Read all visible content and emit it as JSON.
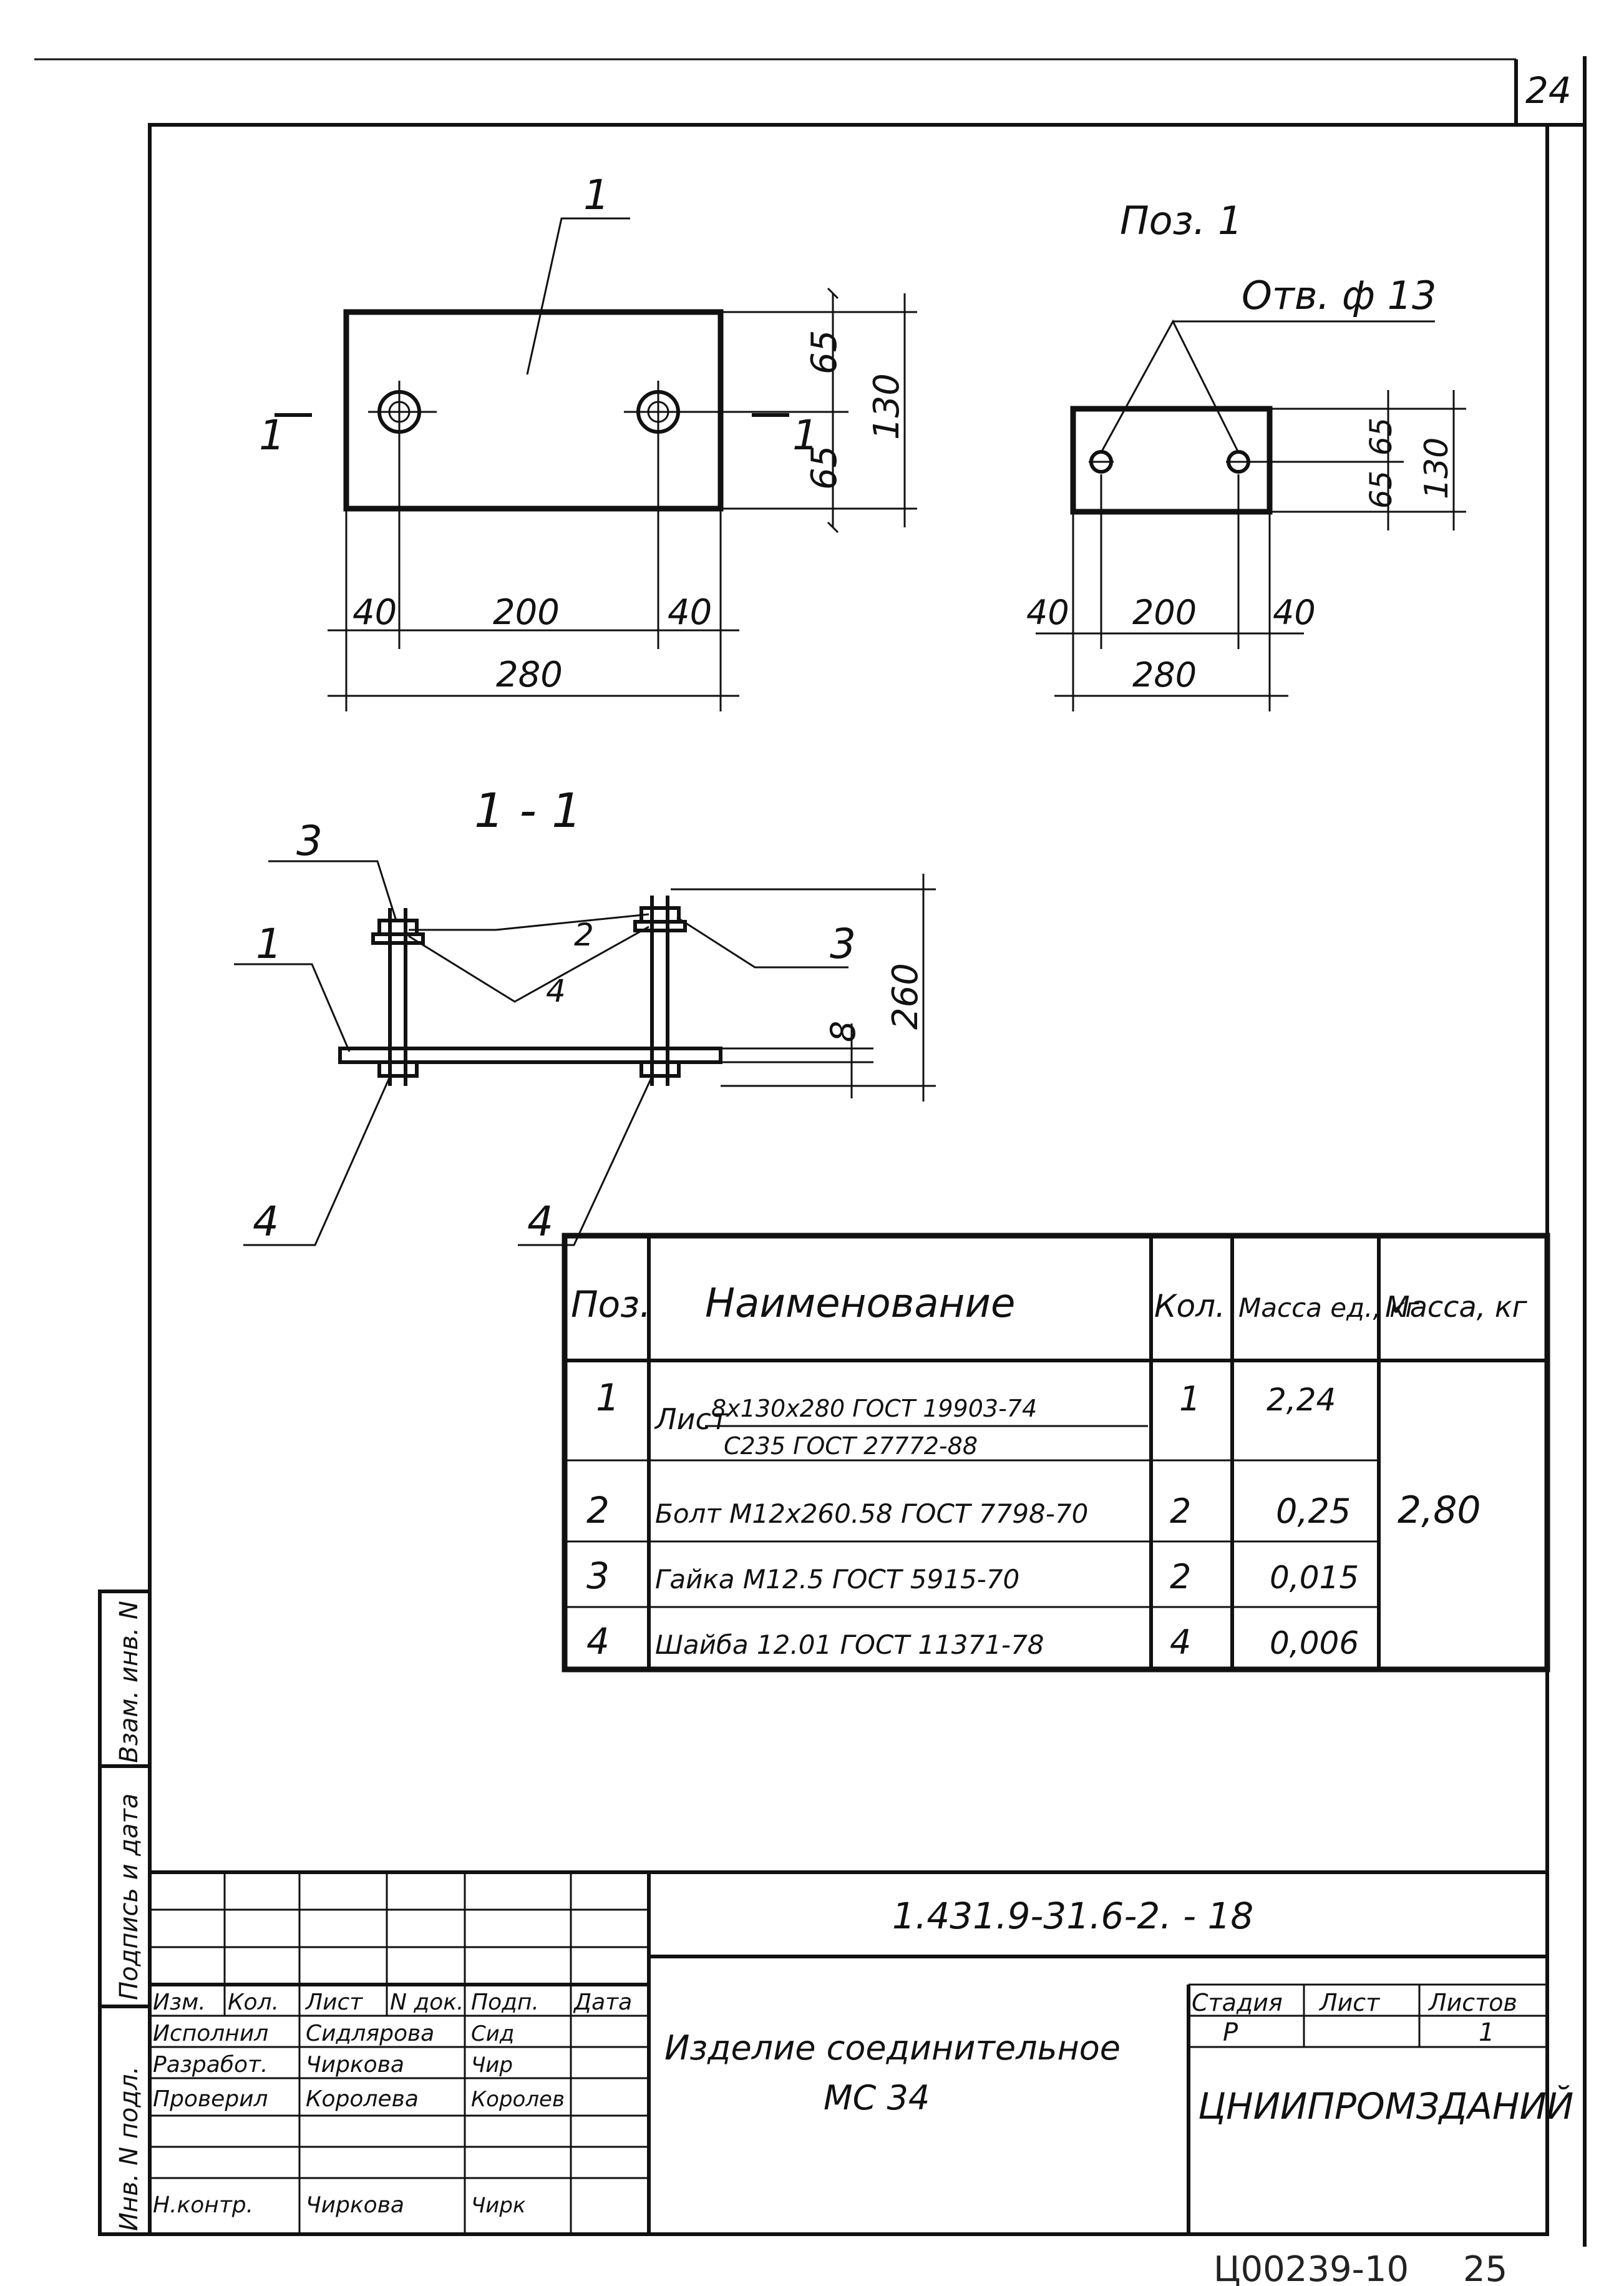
{
  "sheet_number": "24",
  "scan_number": "Ц00239-10",
  "scan_page": "25",
  "plan_view": {
    "marker": "1",
    "section_left": "1",
    "section_right": "1",
    "dims": {
      "d65_top": "65",
      "d65_bottom": "65",
      "d130": "130",
      "d40_left": "40",
      "d200": "200",
      "d40_right": "40",
      "d280": "280"
    }
  },
  "detail_view": {
    "title": "Поз. 1",
    "hole_note": "Отв. ф 13",
    "dims": {
      "d65_top": "65",
      "d65_bottom": "65",
      "d130": "130",
      "d40_left": "40",
      "d200": "200",
      "d40_right": "40",
      "d280": "280"
    }
  },
  "section": {
    "title": "1 - 1",
    "callouts": {
      "c3_left": "3",
      "c1": "1",
      "c2": "2",
      "c4_top": "4",
      "c3_right": "3",
      "c4_left": "4",
      "c4_right": "4"
    },
    "dims": {
      "d8": "8",
      "d260": "260"
    }
  },
  "spec_table": {
    "headers": [
      "Поз.",
      "Наименование",
      "Кол.",
      "Масса ед., кг",
      "Масса, кг"
    ],
    "rows": [
      {
        "pos": "1",
        "name_a": "Лист",
        "name_b": "8x130x280 ГОСТ 19903-74",
        "name_c": "С235 ГОСТ 27772-88",
        "qty": "1",
        "mass_unit": "2,24"
      },
      {
        "pos": "2",
        "name": "Болт М12х260.58 ГОСТ 7798-70",
        "qty": "2",
        "mass_unit": "0,25"
      },
      {
        "pos": "3",
        "name": "Гайка М12.5 ГОСТ 5915-70",
        "qty": "2",
        "mass_unit": "0,015"
      },
      {
        "pos": "4",
        "name": "Шайба 12.01 ГОСТ 11371-78",
        "qty": "4",
        "mass_unit": "0,006"
      }
    ],
    "total_mass": "2,80"
  },
  "side_stamp": {
    "inv_no": "Инв. N подл.",
    "signature_date": "Подпись и дата",
    "replace_inv": "Взам. инв. N"
  },
  "title_block": {
    "designation": "1.431.9-31.6-2. - 18",
    "headers": [
      "Изм.",
      "Кол.",
      "Лист",
      "N док.",
      "Подп.",
      "Дата"
    ],
    "people": [
      {
        "role": "Исполнил",
        "name": "Сидлярова",
        "sign": "Сид"
      },
      {
        "role": "Разработ.",
        "name": "Чиркова",
        "sign": "Чир"
      },
      {
        "role": "Проверил",
        "name": "Королева",
        "sign": "Королев"
      },
      {
        "role": "Н.контр.",
        "name": "Чиркова",
        "sign": "Чирк"
      }
    ],
    "product_line1": "Изделие соединительное",
    "product_line2": "МС 34",
    "stage_label": "Стадия",
    "sheet_label": "Лист",
    "sheets_label": "Листов",
    "stage_value": "Р",
    "sheets_value": "1",
    "organization": "ЦНИИПРОМЗДАНИЙ"
  }
}
